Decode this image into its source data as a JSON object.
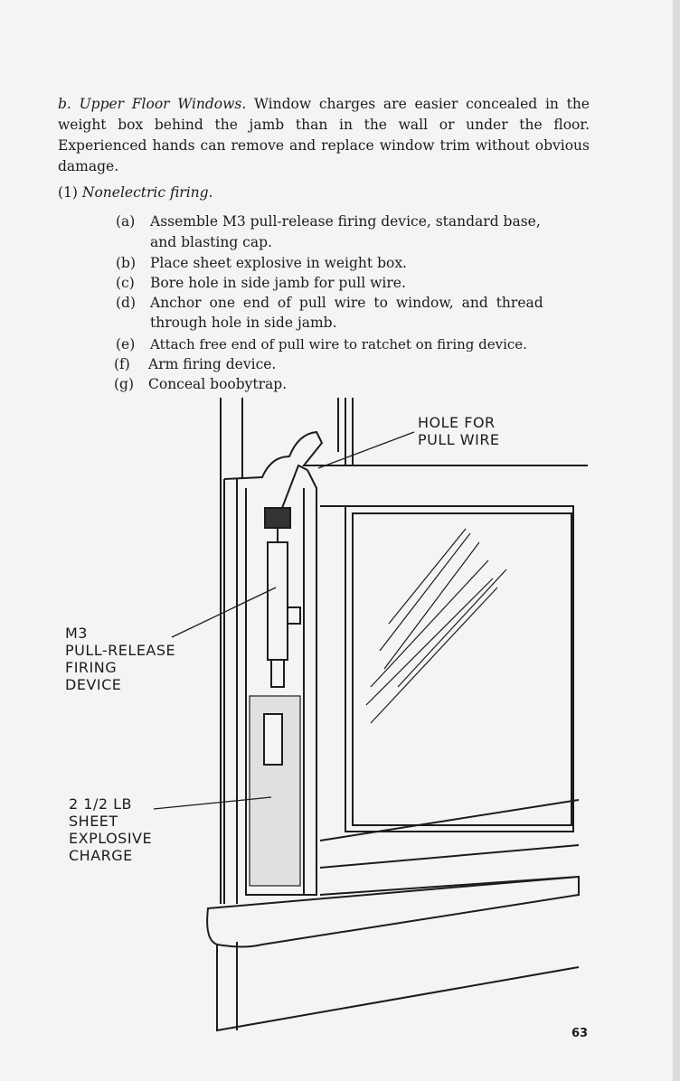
{
  "section": {
    "marker": "b.",
    "title": "Upper Floor Windows.",
    "body": "Window charges are easier concealed in the weight box behind the jamb than in the wall or under the floor. Experienced hands can remove and replace window trim without obvious damage."
  },
  "subsection": {
    "number": "(1)",
    "title": "Nonelectric firing."
  },
  "steps": [
    {
      "label": "(a)",
      "text": "Assemble M3 pull-release firing device, standard base,",
      "cont": "and blasting cap."
    },
    {
      "label": "(b)",
      "text": "Place sheet explosive in weight box."
    },
    {
      "label": "(c)",
      "text": "Bore hole in side jamb for pull wire."
    },
    {
      "label": "(d)",
      "text": "Anchor one end of pull wire to window, and thread",
      "cont": "through hole in side jamb."
    },
    {
      "label": "(e)",
      "text": "Attach free end of pull wire to ratchet on firing device."
    },
    {
      "label": "(f)",
      "text": "Arm firing device."
    },
    {
      "label": "(g)",
      "text": "Conceal boobytrap."
    }
  ],
  "figure": {
    "hole_label": [
      "HOLE FOR",
      "PULL WIRE"
    ],
    "device_label": [
      "M3",
      "PULL-RELEASE",
      "FIRING",
      "DEVICE"
    ],
    "charge_label": [
      "2 1/2 LB",
      "SHEET",
      "EXPLOSIVE",
      "CHARGE"
    ]
  },
  "page_number": "63"
}
